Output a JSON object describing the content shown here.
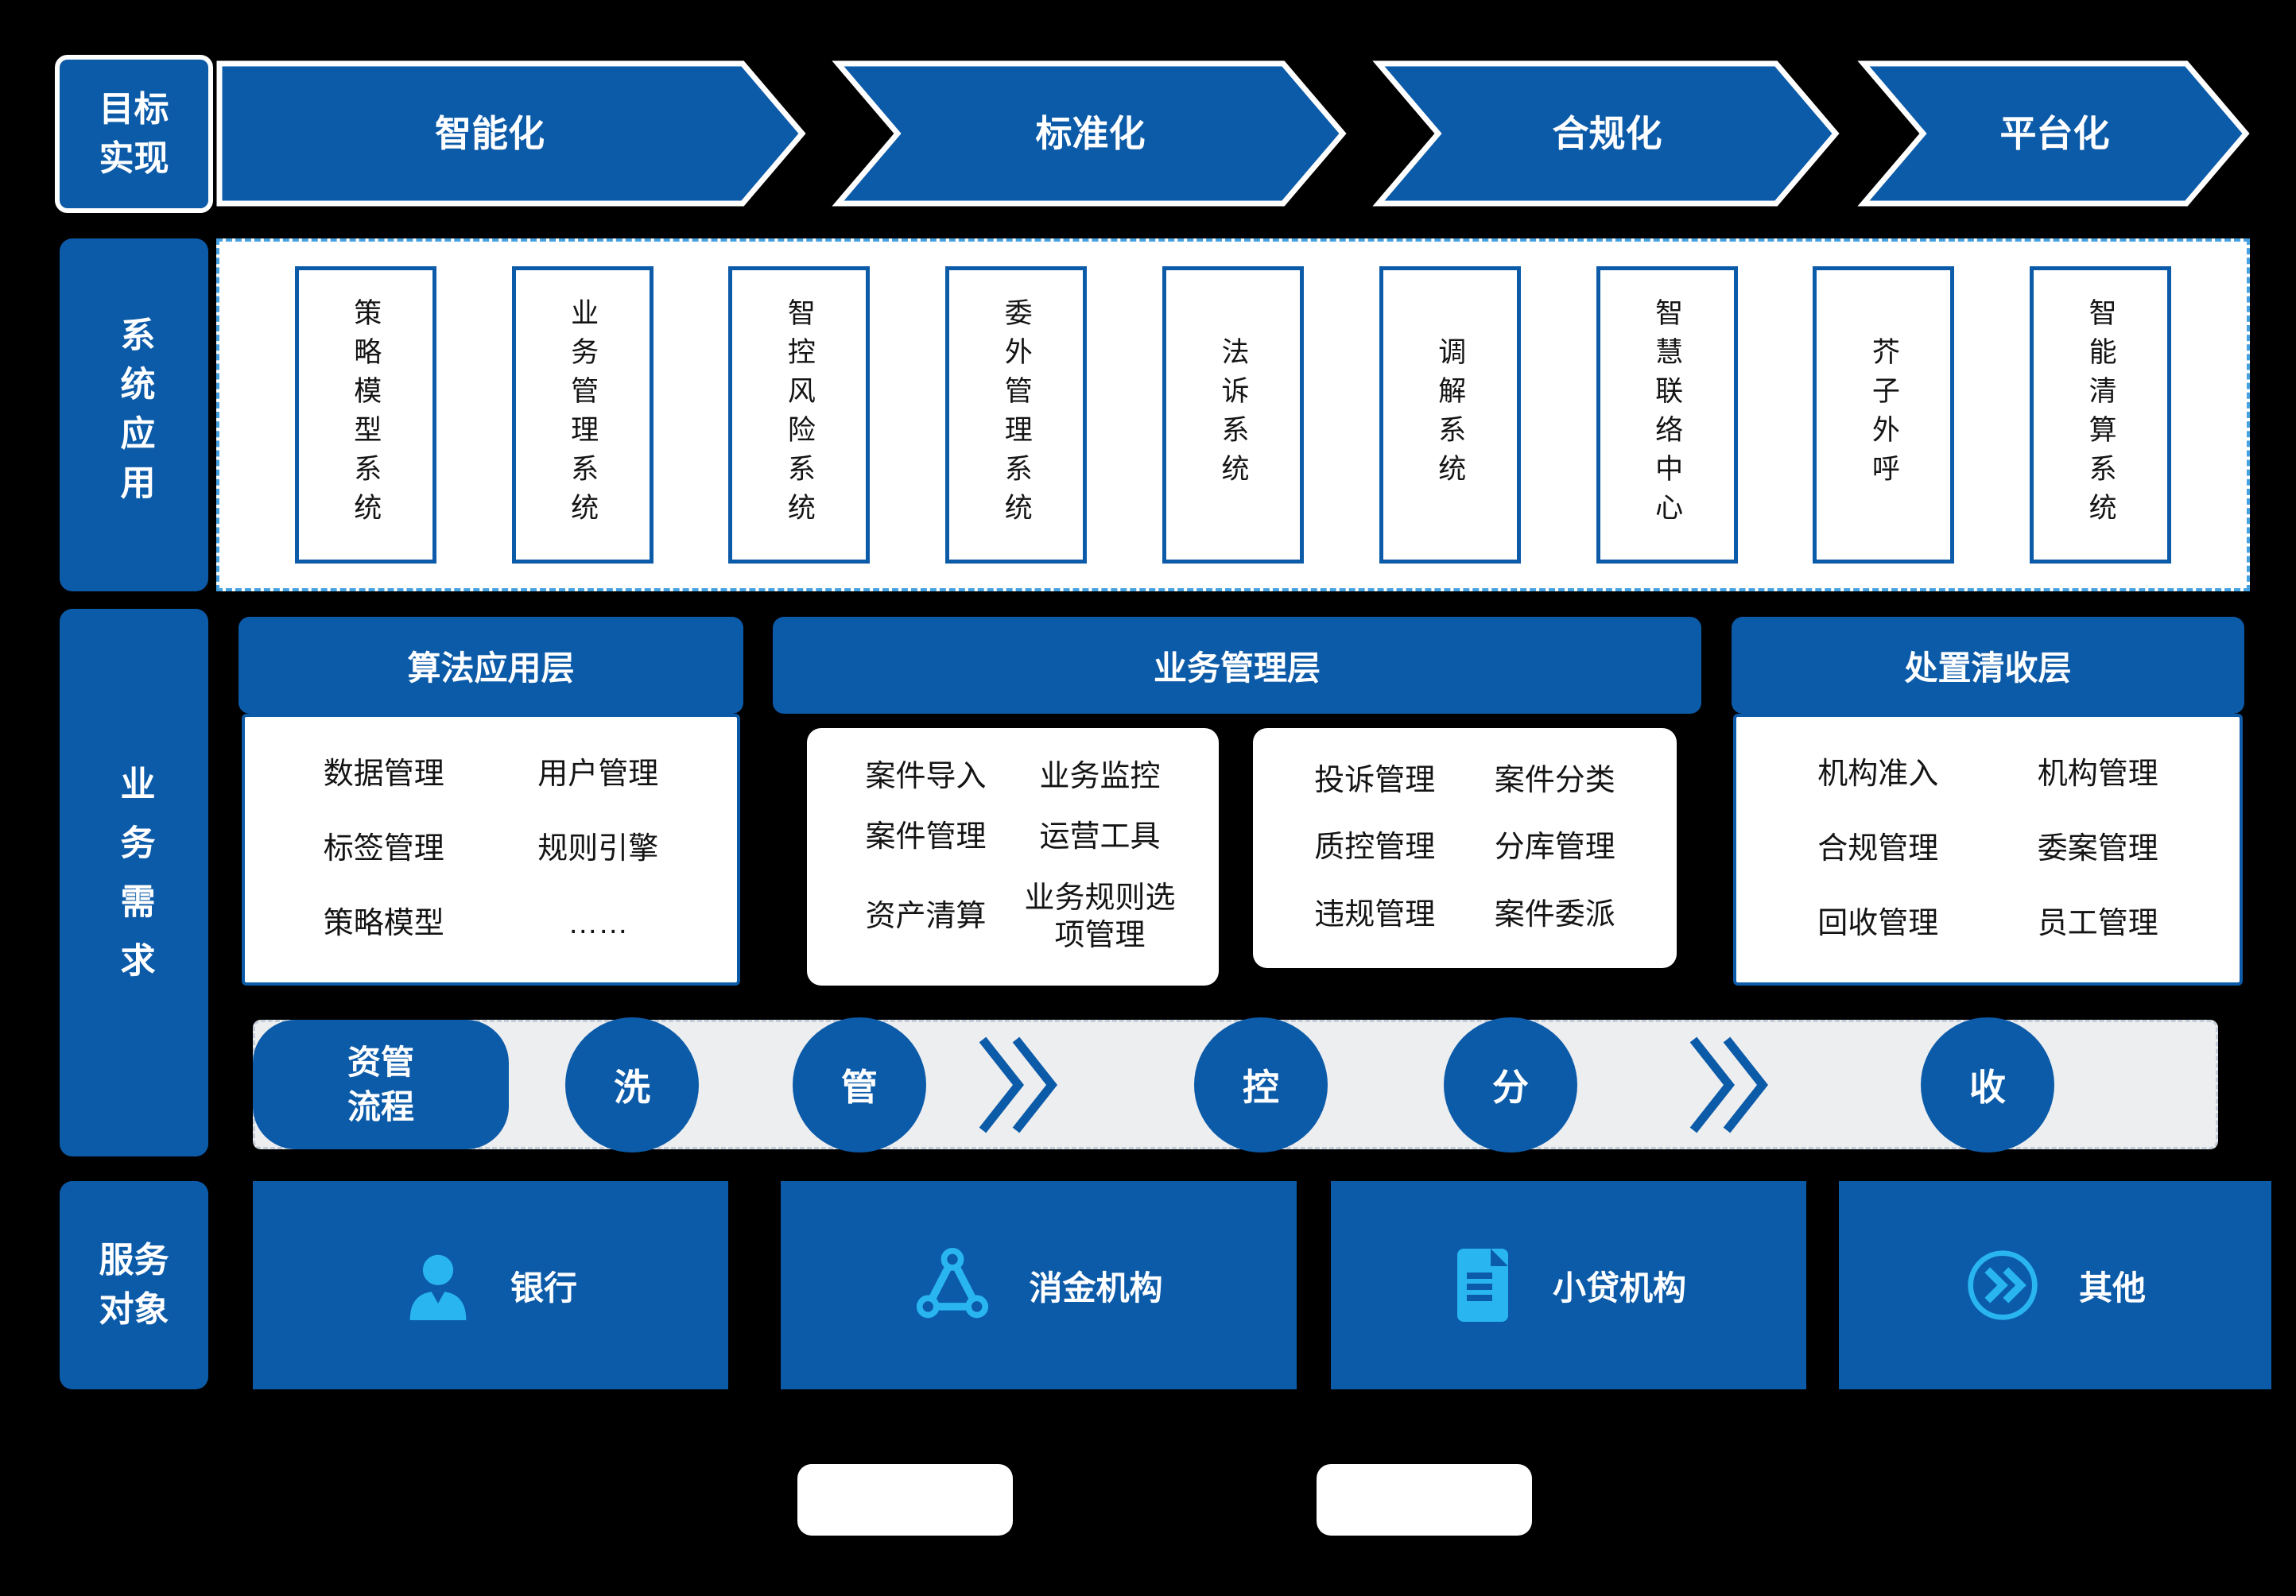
{
  "colors": {
    "primary_blue": "#0C5BA9",
    "icon_cyan": "#29B6F0",
    "strip_gray": "#EDEEF0",
    "panel_dash_blue": "#46A1E1"
  },
  "sidebar": {
    "goal": {
      "line1": "目标",
      "line2": "实现"
    },
    "system": "系统应用",
    "business": "业务需求",
    "service": {
      "line1": "服务",
      "line2": "对象"
    }
  },
  "goals": [
    "智能化",
    "标准化",
    "合规化",
    "平台化"
  ],
  "systems": [
    "策略模型系统",
    "业务管理系统",
    "智控风险系统",
    "委外管理系统",
    "法诉系统",
    "调解系统",
    "智慧联络中心",
    "芥子外呼",
    "智能清算系统"
  ],
  "layers": {
    "algo": {
      "title": "算法应用层",
      "items": [
        "数据管理",
        "用户管理",
        "标签管理",
        "规则引擎",
        "策略模型",
        "……"
      ]
    },
    "biz": {
      "title": "业务管理层",
      "card1": [
        "案件导入",
        "业务监控",
        "案件管理",
        "运营工具",
        "资产清算",
        "业务规则选项管理"
      ],
      "card2": [
        "投诉管理",
        "案件分类",
        "质控管理",
        "分库管理",
        "违规管理",
        "案件委派"
      ]
    },
    "disposal": {
      "title": "处置清收层",
      "items": [
        "机构准入",
        "机构管理",
        "合规管理",
        "委案管理",
        "回收管理",
        "员工管理"
      ]
    }
  },
  "process": {
    "label_line1": "资管",
    "label_line2": "流程",
    "steps": [
      "洗",
      "管",
      "控",
      "分",
      "收"
    ]
  },
  "services": [
    {
      "label": "银行",
      "icon": "person-icon"
    },
    {
      "label": "消金机构",
      "icon": "network-triangle-icon"
    },
    {
      "label": "小贷机构",
      "icon": "document-icon"
    },
    {
      "label": "其他",
      "icon": "shuffle-circle-icon"
    }
  ]
}
